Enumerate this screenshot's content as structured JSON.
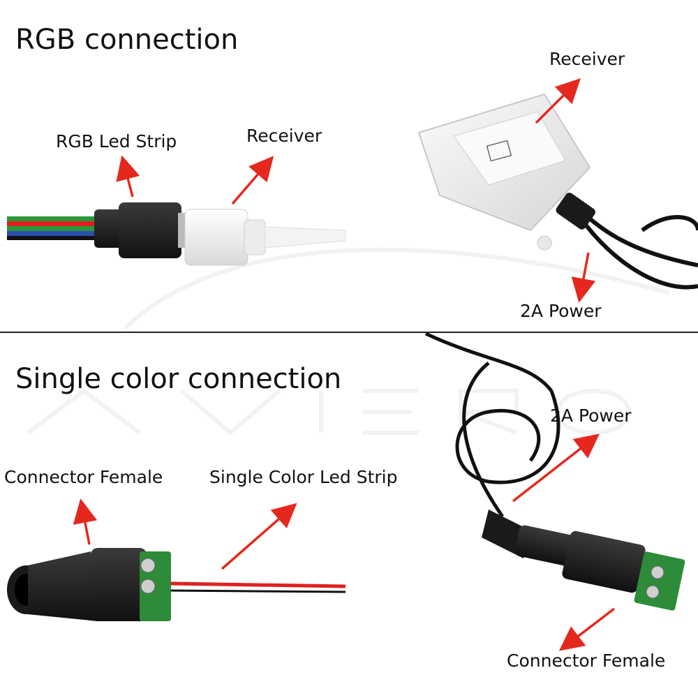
{
  "sections": {
    "rgb": {
      "title": "RGB connection",
      "labels": {
        "led_strip": "RGB Led Strip",
        "receiver_plug": "Receiver",
        "receiver_box": "Receiver",
        "power": "2A Power"
      }
    },
    "single": {
      "title": "Single color connection",
      "labels": {
        "connector_left": "Connector Female",
        "led_strip": "Single Color Led Strip",
        "power": "2A Power",
        "connector_right": "Connector Female"
      }
    }
  },
  "colors": {
    "arrow": "#e5281e",
    "divider": "#222222",
    "cable_black": "#111111",
    "plug_white": "#f1f1f1",
    "terminal_green": "#2e8b3a",
    "wire_red": "#e02020",
    "wire_green": "#2a9a3a",
    "wire_blue": "#2a4fb0"
  }
}
